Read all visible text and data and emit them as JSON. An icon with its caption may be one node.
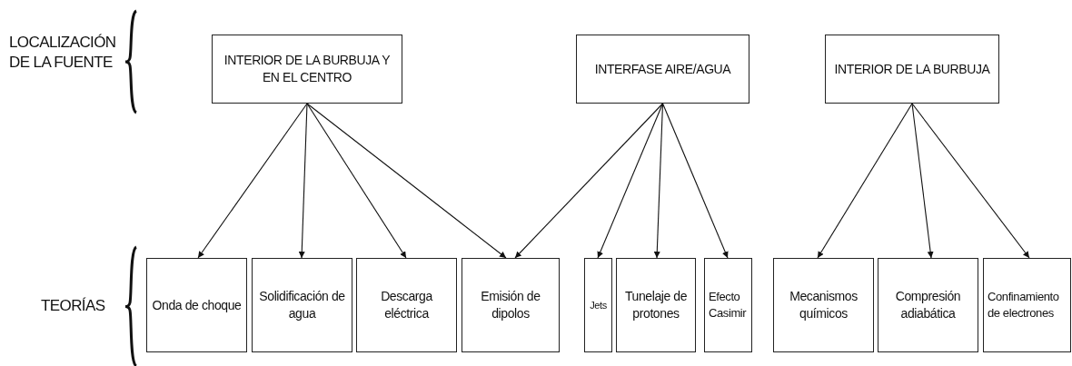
{
  "diagram": {
    "nodes": [
      {
        "text": [
          "INTERIOR DE LA BURBUJA Y EN EL CENTRO"
        ]
      },
      {
        "text": [
          "INTERFASE AIRE/AGUA"
        ]
      },
      {
        "text": [
          "INTERIOR DE LA BURBUJA"
        ]
      },
      {
        "text": [
          "Onda de choque"
        ]
      },
      {
        "text": [
          "Solidificación de agua"
        ]
      },
      {
        "text": [
          "Descarga eléctrica"
        ]
      },
      {
        "text": [
          "Emisión de dipolos"
        ]
      },
      {
        "text": [
          "Jets"
        ]
      },
      {
        "text": [
          "Tunelaje de protones"
        ]
      },
      {
        "text": [
          "Efecto Casimir"
        ]
      },
      {
        "text": [
          "Mecanismos químicos"
        ]
      },
      {
        "text": [
          "Compresión adiabática"
        ]
      },
      {
        "text": [
          "Confinamiento de electrones"
        ]
      }
    ],
    "edges": [
      {
        "from": 0,
        "to": 3,
        "arrow": "to"
      },
      {
        "from": 0,
        "to": 4,
        "arrow": "to"
      },
      {
        "from": 0,
        "to": 5,
        "arrow": "to"
      },
      {
        "from": 0,
        "to": 6,
        "arrow": "to"
      },
      {
        "from": 1,
        "to": 6,
        "arrow": "to"
      },
      {
        "from": 1,
        "to": 7,
        "arrow": "to"
      },
      {
        "from": 1,
        "to": 8,
        "arrow": "to"
      },
      {
        "from": 1,
        "to": 9,
        "arrow": "to"
      },
      {
        "from": 2,
        "to": 10,
        "arrow": "to"
      },
      {
        "from": 2,
        "to": 11,
        "arrow": "to"
      },
      {
        "from": 2,
        "to": 12,
        "arrow": "to"
      }
    ],
    "labels": [
      "LOCALIZACIÓN DE LA FUENTE",
      "TEORÍAS"
    ]
  }
}
